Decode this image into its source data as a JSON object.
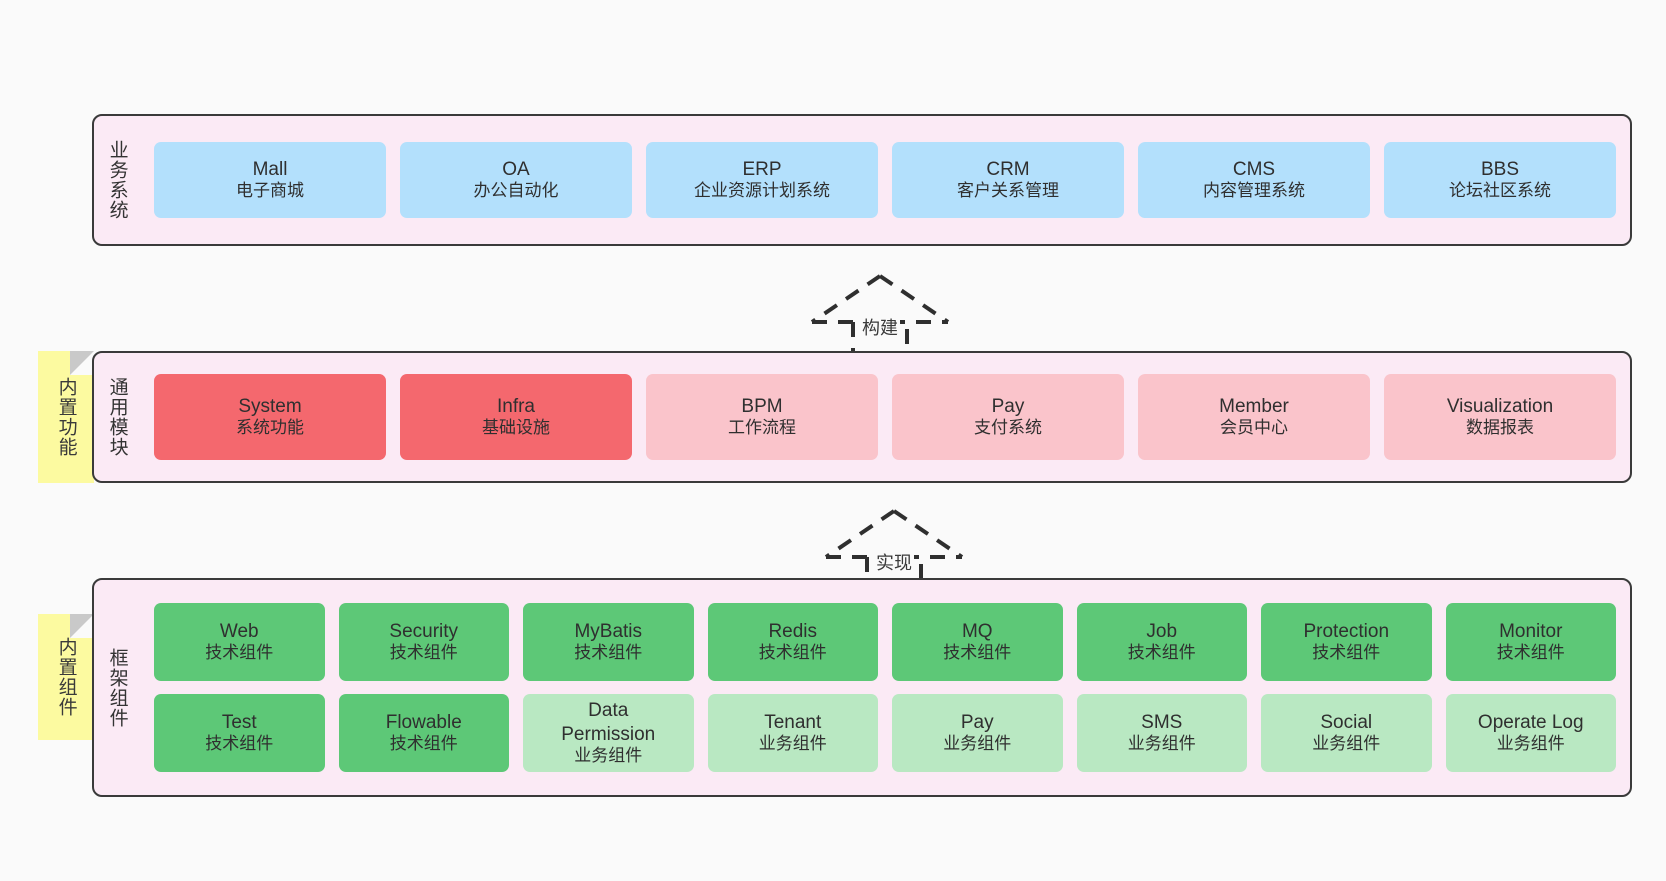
{
  "diagram": {
    "background_color": "#fafafa",
    "band_fill": "#fbeaf5",
    "band_border": "#3a3a3a"
  },
  "layers": [
    {
      "id": "business-system",
      "label": "业务系统",
      "card_color": "#b3e0fc",
      "cards": [
        {
          "title": "Mall",
          "subtitle": "电子商城",
          "style": "blue"
        },
        {
          "title": "OA",
          "subtitle": "办公自动化",
          "style": "blue"
        },
        {
          "title": "ERP",
          "subtitle": "企业资源计划系统",
          "style": "blue"
        },
        {
          "title": "CRM",
          "subtitle": "客户关系管理",
          "style": "blue"
        },
        {
          "title": "CMS",
          "subtitle": "内容管理系统",
          "style": "blue"
        },
        {
          "title": "BBS",
          "subtitle": "论坛社区系统",
          "style": "blue"
        }
      ]
    },
    {
      "id": "common-module",
      "label": "通用模块",
      "note": "内置功能",
      "note_color": "#fcfaa0",
      "cards": [
        {
          "title": "System",
          "subtitle": "系统功能",
          "style": "red"
        },
        {
          "title": "Infra",
          "subtitle": "基础设施",
          "style": "red"
        },
        {
          "title": "BPM",
          "subtitle": "工作流程",
          "style": "pink"
        },
        {
          "title": "Pay",
          "subtitle": "支付系统",
          "style": "pink"
        },
        {
          "title": "Member",
          "subtitle": "会员中心",
          "style": "pink"
        },
        {
          "title": "Visualization",
          "subtitle": "数据报表",
          "style": "pink"
        }
      ]
    },
    {
      "id": "framework-component",
      "label": "框架组件",
      "note": "内置组件",
      "note_color": "#fcfaa0",
      "rows": [
        [
          {
            "title": "Web",
            "subtitle": "技术组件",
            "style": "green"
          },
          {
            "title": "Security",
            "subtitle": "技术组件",
            "style": "green"
          },
          {
            "title": "MyBatis",
            "subtitle": "技术组件",
            "style": "green"
          },
          {
            "title": "Redis",
            "subtitle": "技术组件",
            "style": "green"
          },
          {
            "title": "MQ",
            "subtitle": "技术组件",
            "style": "green"
          },
          {
            "title": "Job",
            "subtitle": "技术组件",
            "style": "green"
          },
          {
            "title": "Protection",
            "subtitle": "技术组件",
            "style": "green"
          },
          {
            "title": "Monitor",
            "subtitle": "技术组件",
            "style": "green"
          }
        ],
        [
          {
            "title": "Test",
            "subtitle": "技术组件",
            "style": "green"
          },
          {
            "title": "Flowable",
            "subtitle": "技术组件",
            "style": "green"
          },
          {
            "title": "Data Permission",
            "subtitle": "业务组件",
            "style": "lgreen"
          },
          {
            "title": "Tenant",
            "subtitle": "业务组件",
            "style": "lgreen"
          },
          {
            "title": "Pay",
            "subtitle": "业务组件",
            "style": "lgreen"
          },
          {
            "title": "SMS",
            "subtitle": "业务组件",
            "style": "lgreen"
          },
          {
            "title": "Social",
            "subtitle": "业务组件",
            "style": "lgreen"
          },
          {
            "title": "Operate Log",
            "subtitle": "业务组件",
            "style": "lgreen"
          }
        ]
      ]
    }
  ],
  "connectors": [
    {
      "id": "build",
      "label": "构建"
    },
    {
      "id": "implement",
      "label": "实现"
    }
  ]
}
